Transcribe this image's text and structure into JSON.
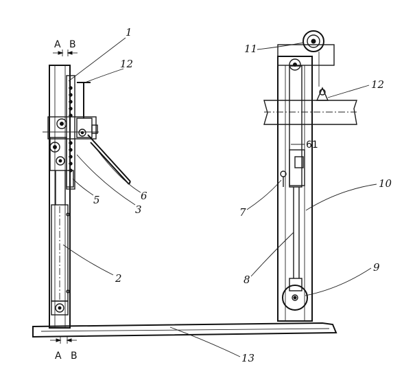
{
  "section_labels": {
    "top_a": "A",
    "top_b": "B",
    "bottom_a": "A",
    "bottom_b": "B",
    "detail": "61"
  },
  "callouts": [
    "1",
    "12",
    "6",
    "3",
    "5",
    "2",
    "11",
    "12",
    "10",
    "7",
    "8",
    "9",
    "13"
  ]
}
